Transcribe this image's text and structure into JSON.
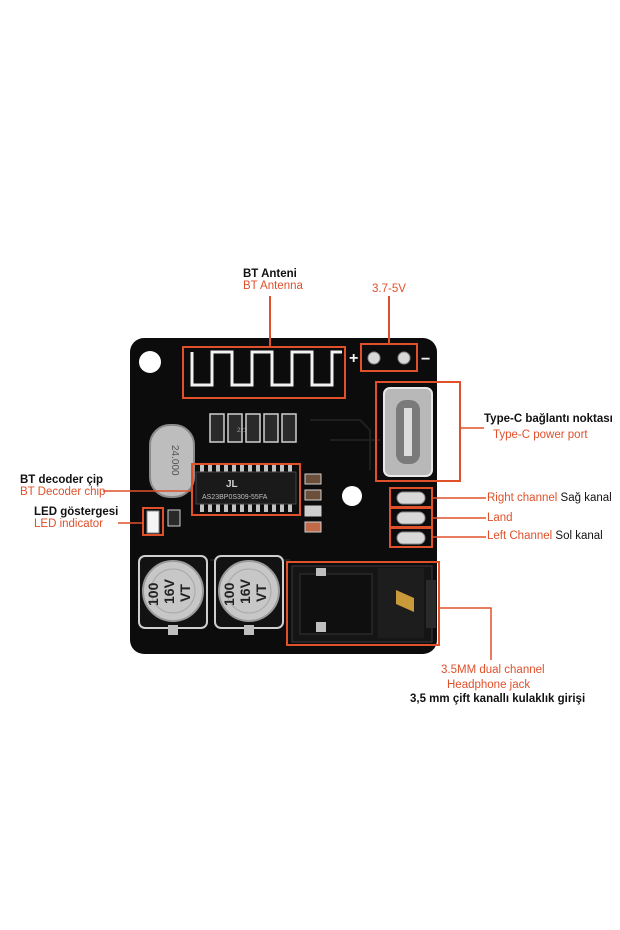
{
  "labels": {
    "bt_antenna_tr": "BT Anteni",
    "bt_antenna_en": "BT Antenna",
    "voltage": "3.7-5V",
    "typec_tr": "Type-C bağlantı noktası",
    "typec_en": "Type-C power port",
    "decoder_tr": "BT decoder çip",
    "decoder_en": "BT Decoder chip",
    "led_tr": "LED göstergesi",
    "led_en": "LED indicator",
    "right_en": "Right channel",
    "right_tr": "Sağ kanal",
    "land": "Land",
    "left_en": "Left Channel",
    "left_tr": "Sol kanal",
    "jack_en_1": "3.5MM dual channel",
    "jack_en_2": "Headphone jack",
    "jack_tr": "3,5 mm çift kanallı kulaklık girişi"
  },
  "board": {
    "plus_sign": "+",
    "minus_sign": "−",
    "chip_marking": "AS23BP0S309-55FA",
    "chip_logo": "JL",
    "crystal_marking": "24.000",
    "resistor_marking": "221",
    "cap1_lines": [
      "100",
      "16V",
      "VT"
    ],
    "cap2_lines": [
      "100",
      "16V",
      "VT"
    ]
  },
  "colors": {
    "pcb": "#0c0c0c",
    "annotation": "#e0502a",
    "silkscreen": "#f2f2f2",
    "pad": "#c9c9c9"
  }
}
